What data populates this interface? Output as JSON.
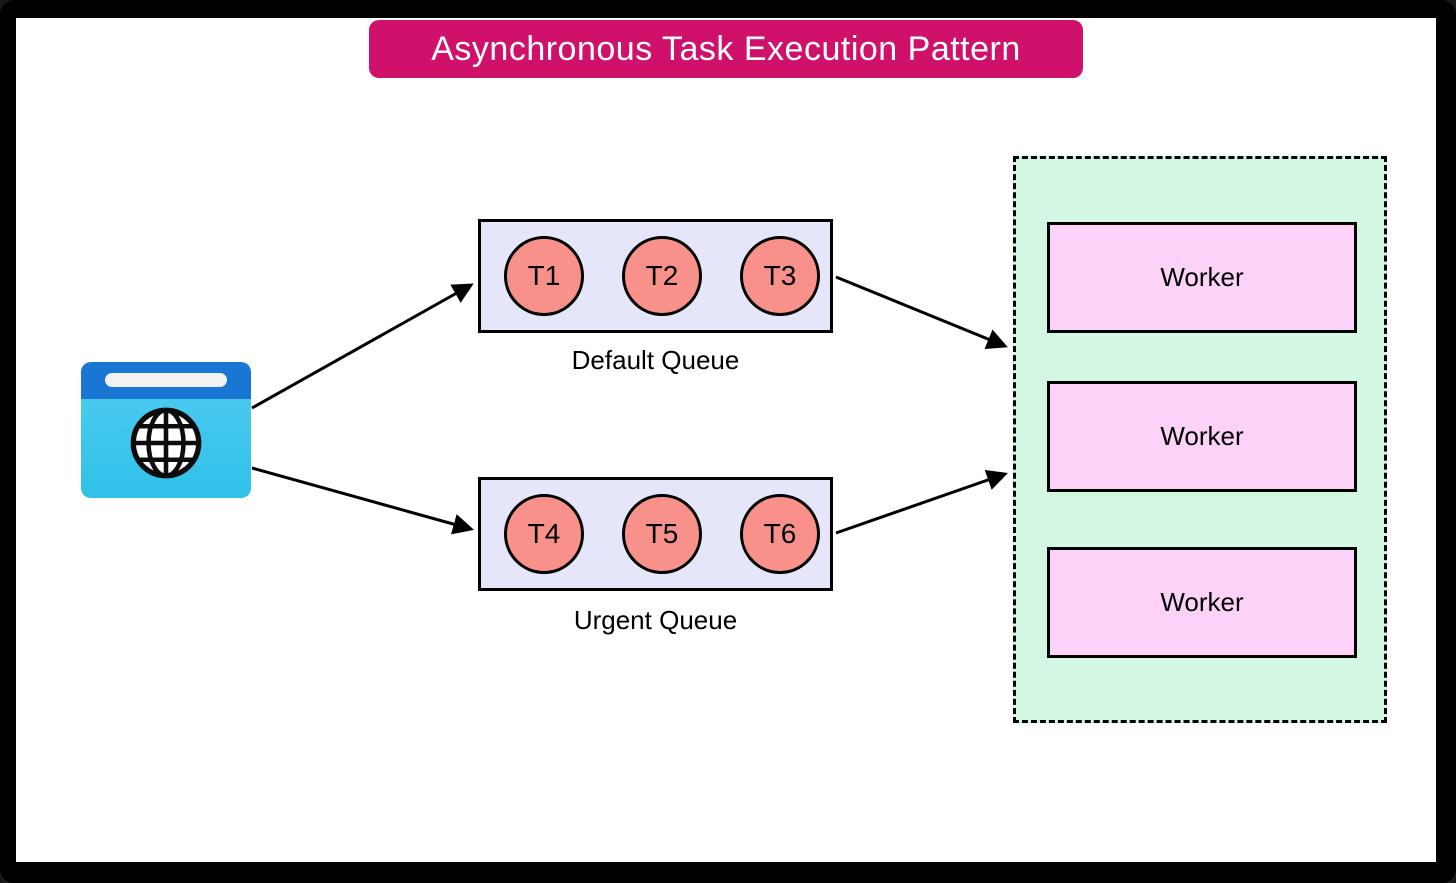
{
  "title": "Asynchronous Task Execution Pattern",
  "colors": {
    "banner": "#D0116C",
    "queue_fill": "#E6E6FA",
    "task_fill": "#F9918B",
    "pool_fill": "#D4F7E4",
    "worker_fill": "#FCD2F9",
    "browser_bar": "#1976D2",
    "browser_body": "#3BC5ED",
    "stroke": "#000000"
  },
  "client": {
    "icon": "browser-globe-icon"
  },
  "queues": [
    {
      "label": "Default Queue",
      "tasks": [
        "T1",
        "T2",
        "T3"
      ]
    },
    {
      "label": "Urgent Queue",
      "tasks": [
        "T4",
        "T5",
        "T6"
      ]
    }
  ],
  "worker_pool": {
    "workers": [
      {
        "label": "Worker"
      },
      {
        "label": "Worker"
      },
      {
        "label": "Worker"
      }
    ]
  }
}
